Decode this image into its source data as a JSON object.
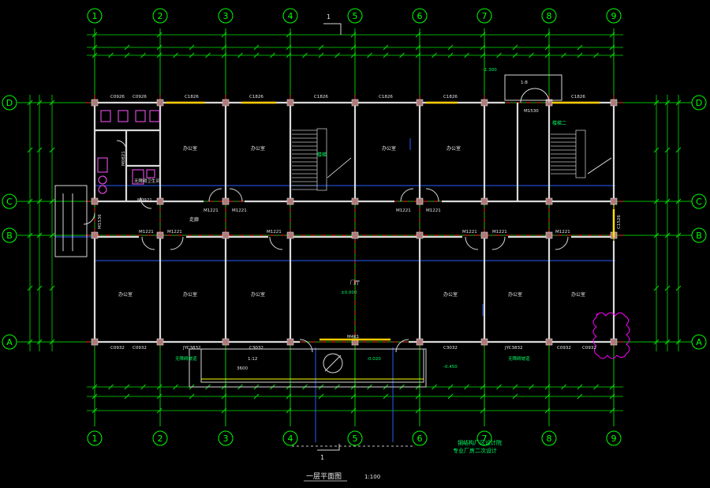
{
  "drawing": {
    "title": "一层平面图",
    "scale": "1:100",
    "section_mark": "1",
    "stamp": "钢结构厂区设计院",
    "stamp_sub": "专业厂房二次设计"
  },
  "axes": {
    "columns": [
      "1",
      "2",
      "3",
      "4",
      "5",
      "6",
      "7",
      "8",
      "9"
    ],
    "rows": [
      "D",
      "C",
      "B",
      "A"
    ]
  },
  "rooms": [
    {
      "key": "r_d2",
      "label": "办公室"
    },
    {
      "key": "r_d3",
      "label": "办公室"
    },
    {
      "key": "r_d5",
      "label": "办公室"
    },
    {
      "key": "r_d6",
      "label": "办公室"
    },
    {
      "key": "r_a1",
      "label": "办公室"
    },
    {
      "key": "r_a2",
      "label": "办公室"
    },
    {
      "key": "r_a3",
      "label": "办公室"
    },
    {
      "key": "r_a6",
      "label": "办公室"
    },
    {
      "key": "r_a7",
      "label": "办公室"
    },
    {
      "key": "r_a8",
      "label": "办公室"
    },
    {
      "key": "lobby",
      "label": "门厅"
    },
    {
      "key": "corridor",
      "label": "走廊"
    },
    {
      "key": "stair_l",
      "label": "楼梯"
    },
    {
      "key": "stair_r",
      "label": "楼梯二"
    },
    {
      "key": "wc",
      "label": "无障碍卫生间"
    }
  ],
  "doors": {
    "top": [
      "M1221",
      "M1221",
      "M1221",
      "M1221",
      "M1530"
    ],
    "bottom": [
      "M1221",
      "M1221",
      "M1221",
      "M1221",
      "M1221",
      "M1221"
    ],
    "left": "M1536",
    "wc": "M0821",
    "wc2": "M0921",
    "main": "M4K1"
  },
  "windows": {
    "top": [
      "C0926",
      "C0926",
      "C1826",
      "C1826",
      "C1826",
      "C1826",
      "C1826",
      "C1826"
    ],
    "bottom": [
      "C0932",
      "C0932",
      "JYC3832",
      "C3032",
      "C3032",
      "JYC3832",
      "C0932",
      "C0932"
    ],
    "right": "C1526"
  },
  "levels": {
    "lobby": "±0.000",
    "outdoor": "-0.020",
    "outdoor2": "-0.450",
    "top_entry": "-1.300"
  },
  "notes": {
    "ramp_left": "无障碍坡道",
    "ramp_right": "无障碍坡道",
    "ramp_slope": "1:12",
    "entry_dim": "3600",
    "entry_label": "1:8"
  },
  "colors": {
    "background": "#000000",
    "wall": "#d9d9d9",
    "axis": "#ff2a2a",
    "dimension": "#00e000",
    "blue": "#2a5cff",
    "text": "#e6e6e6",
    "bubble": "#00ff00",
    "highlight": "#ff00ff",
    "yellow": "#ffff00",
    "stamp": "#00ff66"
  }
}
